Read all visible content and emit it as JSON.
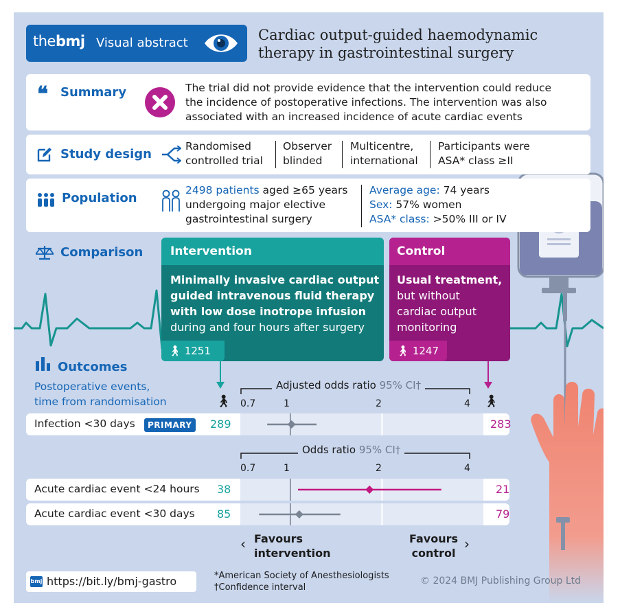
{
  "header": {
    "brand_prefix": "the",
    "brand_name": "bmj",
    "badge_label": "Visual abstract",
    "title_line1": "Cardiac output-guided haemodynamic",
    "title_line2": "therapy in gastrointestinal surgery"
  },
  "summary": {
    "label": "Summary",
    "line1": "The trial did not provide evidence that the intervention could reduce",
    "line2": "the incidence of postoperative infections. The intervention was also",
    "line3": "associated with an increased incidence of acute cardiac events"
  },
  "study_design": {
    "label": "Study design",
    "items": [
      {
        "line1": "Randomised",
        "line2": "controlled trial"
      },
      {
        "line1": "Observer",
        "line2": "blinded"
      },
      {
        "line1": "Multicentre,",
        "line2": "international"
      },
      {
        "line1": "Participants were",
        "line2": "ASA* class ≥II"
      }
    ]
  },
  "population": {
    "label": "Population",
    "patients_highlight": "2498 patients",
    "patients_rest": " aged ≥65 years",
    "line2": "undergoing major elective",
    "line3": "gastrointestinal surgery",
    "age_label": "Average age:",
    "age_value": " 74 years",
    "sex_label": "Sex:",
    "sex_value": " 57% women",
    "asa_label": "ASA* class:",
    "asa_value": " >50% III or IV"
  },
  "comparison": {
    "label": "Comparison",
    "intervention": {
      "head": "Intervention",
      "bold1": "Minimally invasive cardiac output",
      "bold2": "guided intravenous fluid therapy",
      "bold3": "with low dose inotrope infusion",
      "line4": "during and four hours after surgery",
      "n": "1251"
    },
    "control": {
      "head": "Control",
      "bold1": "Usual treatment,",
      "line2": "but without",
      "line3": "cardiac output",
      "line4": "monitoring",
      "n": "1247"
    }
  },
  "outcomes": {
    "label": "Outcomes",
    "sub1": "Postoperative events,",
    "sub2": "time from randomisation",
    "axis1_title": "Adjusted odds ratio",
    "axis1_ci": "95% CI†",
    "axis2_title": "Odds ratio",
    "axis2_ci": "95% CI†",
    "ticks": [
      "0.7",
      "1",
      "2",
      "4"
    ],
    "primary_badge": "PRIMARY",
    "favours_int_1": "Favours",
    "favours_int_2": "intervention",
    "favours_ctl_1": "Favours",
    "favours_ctl_2": "control"
  },
  "chart_data": {
    "type": "forest",
    "scale": "log",
    "xlim": [
      0.7,
      4
    ],
    "ticks": [
      0.7,
      1,
      2,
      4
    ],
    "rows": [
      {
        "label": "Infection <30 days",
        "n_intervention": 289,
        "n_control": 283,
        "estimate": 1.01,
        "ci": [
          0.84,
          1.22
        ],
        "color": "#7a8594"
      },
      {
        "label": "Acute cardiac event <24 hours",
        "n_intervention": 38,
        "n_control": 21,
        "estimate": 1.82,
        "ci": [
          1.06,
          3.13
        ],
        "color": "#c2187f"
      },
      {
        "label": "Acute cardiac event <30 days",
        "n_intervention": 85,
        "n_control": 79,
        "estimate": 1.07,
        "ci": [
          0.79,
          1.46
        ],
        "color": "#7a8594"
      }
    ]
  },
  "footer": {
    "url": "https://bit.ly/bmj-gastro",
    "fn1": "*American Society of Anesthesiologists",
    "fn2": "†Confidence interval",
    "copyright": "© 2024 BMJ Publishing Group Ltd"
  },
  "colors": {
    "background": "#c9d6ec",
    "brand_blue": "#1565b5",
    "intervention": "#19a39f",
    "control": "#b5228f"
  }
}
